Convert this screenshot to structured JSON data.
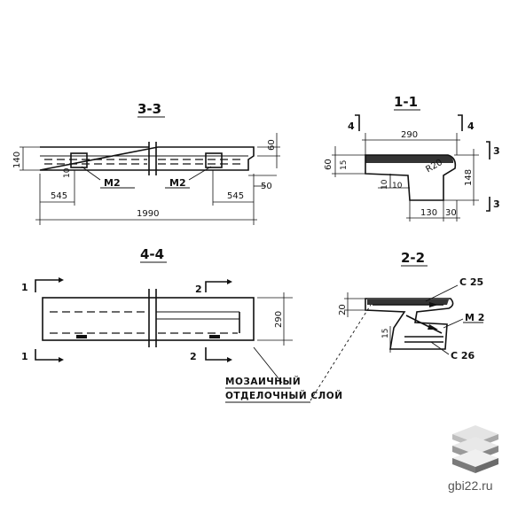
{
  "sections": {
    "s33": {
      "title": "3-3",
      "dim_height": "140",
      "dim_top": "60",
      "dim_left_small": "10",
      "dim_right_small": "50",
      "dim_545_left": "545",
      "dim_545_right": "545",
      "dim_total": "1990",
      "label_m2_left": "М2",
      "label_m2_right": "М2"
    },
    "s11": {
      "title": "1-1",
      "cut_left": "4",
      "cut_right": "4",
      "cut_3_top": "3",
      "cut_3_bottom": "3",
      "dim_290": "290",
      "dim_60": "60",
      "dim_15": "15",
      "dim_r20": "R20",
      "dim_10a": "10",
      "dim_10b": "10",
      "dim_148": "148",
      "dim_130": "130",
      "dim_30": "30"
    },
    "s44": {
      "title": "4-4",
      "cut_1_top": "1",
      "cut_1_bottom": "1",
      "cut_2_top": "2",
      "cut_2_bottom": "2",
      "dim_290": "290"
    },
    "s22": {
      "title": "2-2",
      "dim_20": "20",
      "dim_15": "15",
      "label_c25": "С 25",
      "label_m2": "М 2",
      "label_c26": "С 26"
    }
  },
  "note": {
    "line1": "МОЗАИЧНЫЙ",
    "line2": "ОТДЕЛОЧНЫЙ СЛОЙ"
  },
  "watermark": {
    "text": "gbi22.ru"
  }
}
